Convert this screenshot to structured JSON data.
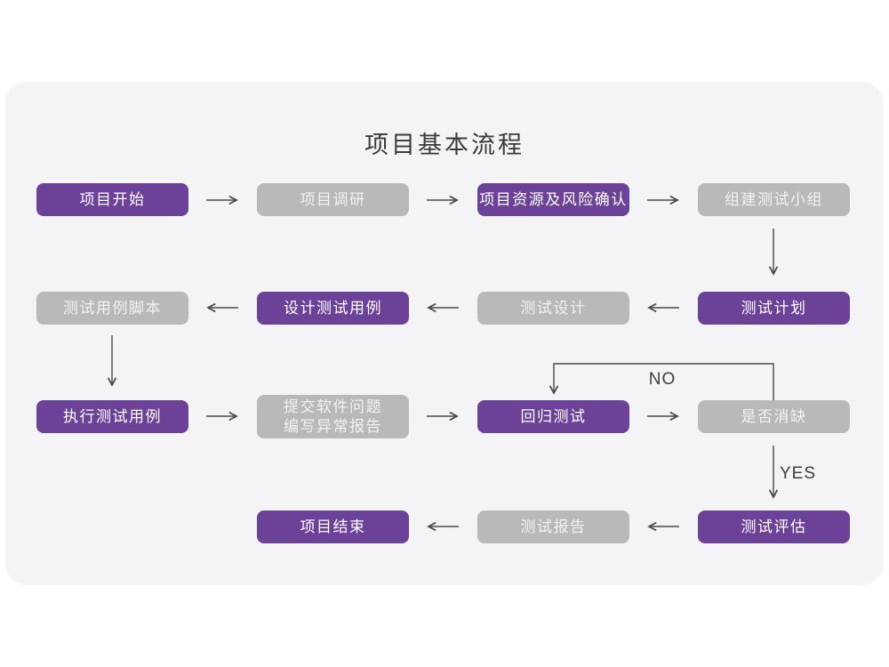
{
  "title": "项目基本流程",
  "colors": {
    "primary_node": "#6C4299",
    "secondary_node": "#B9B8BA",
    "card_background": "#F4F3F5",
    "page_background": "#FFFFFF",
    "arrow": "#4A4A4A",
    "node_text": "#FFFFFF",
    "title_text": "#3A3A3A"
  },
  "nodes": [
    {
      "label": "项目开始",
      "variant": "primary"
    },
    {
      "label": "项目调研",
      "variant": "secondary"
    },
    {
      "label": "项目资源及风险确认",
      "variant": "primary"
    },
    {
      "label": "组建测试小组",
      "variant": "secondary"
    },
    {
      "label": "测试计划",
      "variant": "primary"
    },
    {
      "label": "测试设计",
      "variant": "secondary"
    },
    {
      "label": "设计测试用例",
      "variant": "primary"
    },
    {
      "label": "测试用例脚本",
      "variant": "secondary"
    },
    {
      "label": "执行测试用例",
      "variant": "primary"
    },
    {
      "label": "提交软件问题\n编写异常报告",
      "variant": "secondary"
    },
    {
      "label": "回归测试",
      "variant": "primary"
    },
    {
      "label": "是否消缺",
      "variant": "secondary"
    },
    {
      "label": "测试评估",
      "variant": "primary"
    },
    {
      "label": "测试报告",
      "variant": "secondary"
    },
    {
      "label": "项目结束",
      "variant": "primary"
    }
  ],
  "edge_labels": {
    "no": "NO",
    "yes": "YES"
  }
}
